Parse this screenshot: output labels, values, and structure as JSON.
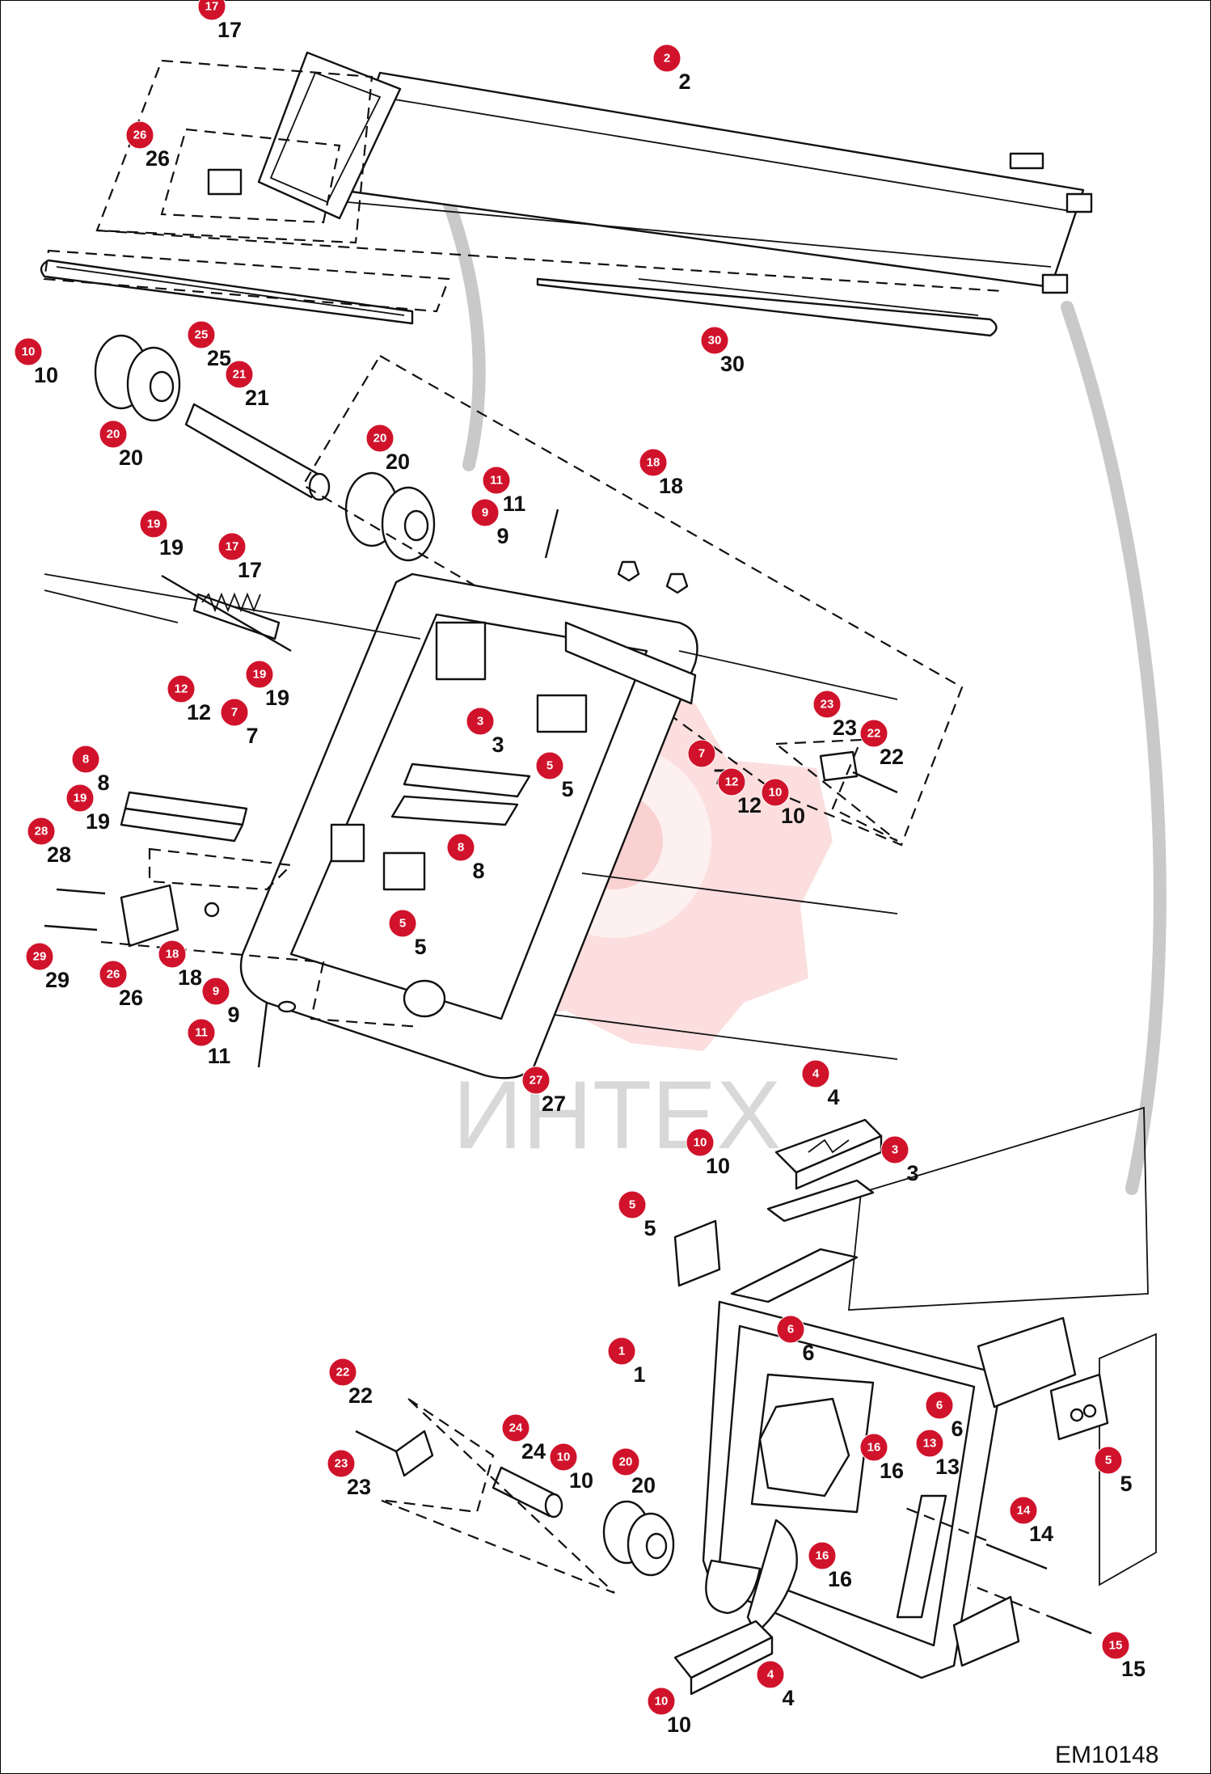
{
  "drawing_code": "EM10148",
  "watermark_text": "ИНТЕХ",
  "callout_color": "#d0132b",
  "callouts": [
    {
      "num": "17"
    },
    {
      "num": "2"
    },
    {
      "num": "26"
    },
    {
      "num": "25"
    },
    {
      "num": "30"
    },
    {
      "num": "10"
    },
    {
      "num": "21"
    },
    {
      "num": "20"
    },
    {
      "num": "20"
    },
    {
      "num": "11"
    },
    {
      "num": "9"
    },
    {
      "num": "18"
    },
    {
      "num": "19"
    },
    {
      "num": "17"
    },
    {
      "num": "19"
    },
    {
      "num": "12"
    },
    {
      "num": "7"
    },
    {
      "num": "3"
    },
    {
      "num": "5"
    },
    {
      "num": "23"
    },
    {
      "num": "22"
    },
    {
      "num": "7"
    },
    {
      "num": "12"
    },
    {
      "num": "10"
    },
    {
      "num": "8"
    },
    {
      "num": "19"
    },
    {
      "num": "28"
    },
    {
      "num": "8"
    },
    {
      "num": "5"
    },
    {
      "num": "29"
    },
    {
      "num": "26"
    },
    {
      "num": "18"
    },
    {
      "num": "9"
    },
    {
      "num": "11"
    },
    {
      "num": "27"
    },
    {
      "num": "4"
    },
    {
      "num": "10"
    },
    {
      "num": "3"
    },
    {
      "num": "5"
    },
    {
      "num": "6"
    },
    {
      "num": "1"
    },
    {
      "num": "6"
    },
    {
      "num": "5"
    },
    {
      "num": "22"
    },
    {
      "num": "24"
    },
    {
      "num": "10"
    },
    {
      "num": "20"
    },
    {
      "num": "16"
    },
    {
      "num": "13"
    },
    {
      "num": "23"
    },
    {
      "num": "14"
    },
    {
      "num": "16"
    },
    {
      "num": "15"
    },
    {
      "num": "4"
    },
    {
      "num": "10"
    }
  ]
}
